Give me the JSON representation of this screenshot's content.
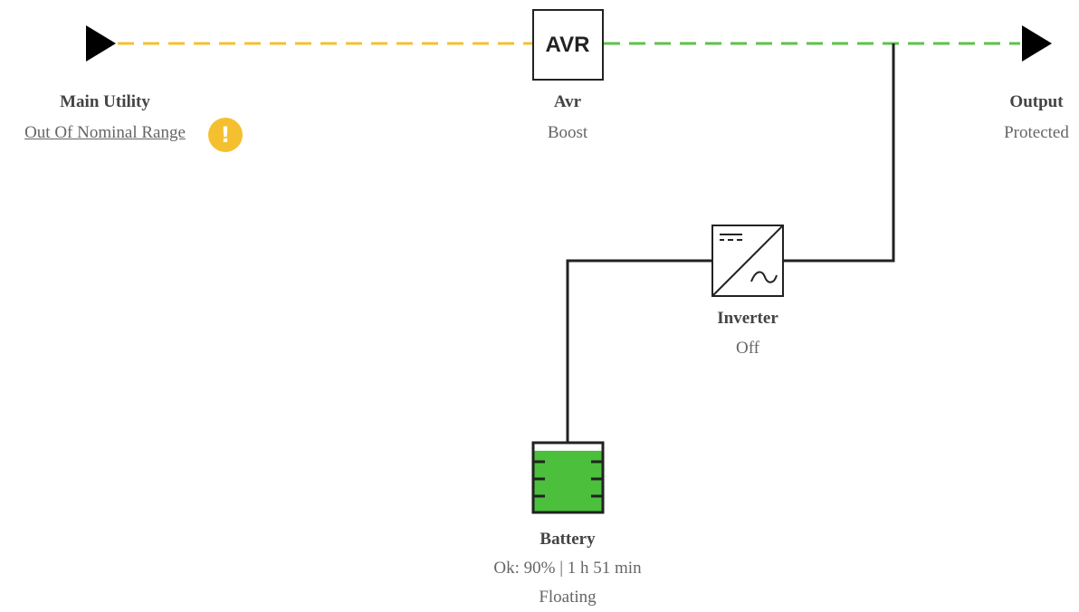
{
  "colors": {
    "utility_line": "#f5c02f",
    "output_line": "#5cc24a",
    "wire": "#222222",
    "battery_fill": "#4cbf3c",
    "warning": "#f5c02f"
  },
  "main_utility": {
    "title": "Main Utility",
    "status": "Out Of Nominal Range",
    "warning_icon": "!"
  },
  "avr": {
    "box_text": "AVR",
    "title": "Avr",
    "status": "Boost"
  },
  "output": {
    "title": "Output",
    "status": "Protected"
  },
  "inverter": {
    "title": "Inverter",
    "status": "Off"
  },
  "battery": {
    "title": "Battery",
    "status": "Ok: 90% | 1 h 51 min",
    "mode": "Floating",
    "level": 0.9
  }
}
